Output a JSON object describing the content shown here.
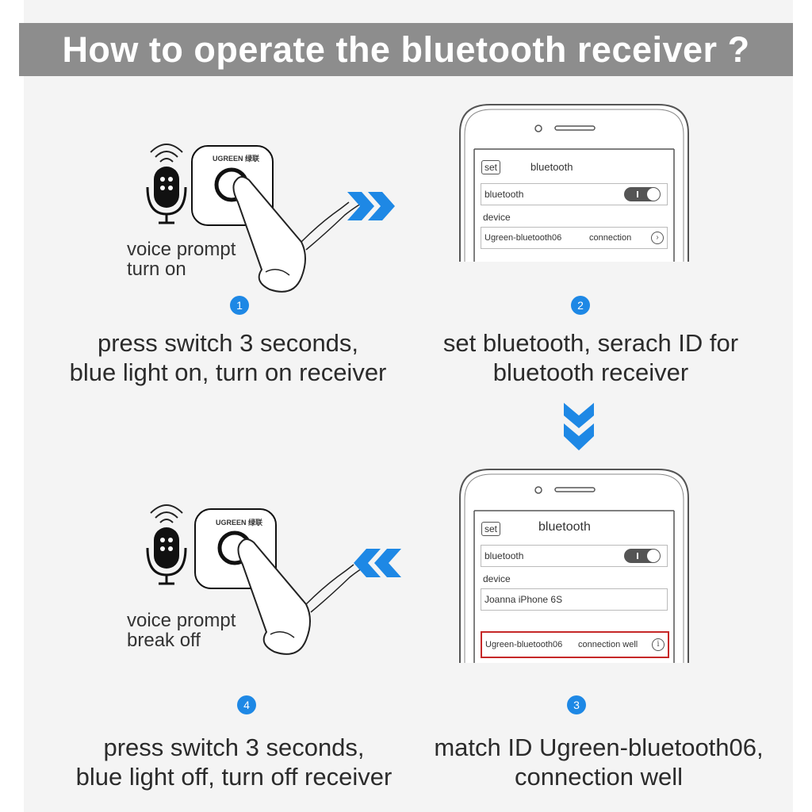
{
  "header": {
    "title": "How to operate the bluetooth receiver ?"
  },
  "steps": [
    {
      "number": "1",
      "caption_lines": [
        "press switch 3 seconds,",
        "blue light on, turn on receiver"
      ],
      "voice_lines": [
        "voice prompt",
        "turn on"
      ],
      "brand": "UGREEN 绿联"
    },
    {
      "number": "2",
      "caption_lines": [
        "set bluetooth, serach ID for",
        "bluetooth receiver"
      ],
      "phone": {
        "set_label": "set",
        "title": "bluetooth",
        "bluetooth_row_label": "bluetooth",
        "device_label": "device",
        "device_name": "Ugreen-bluetooth06",
        "device_status": "connection"
      }
    },
    {
      "number": "3",
      "caption_lines": [
        "match ID Ugreen-bluetooth06,",
        "connection well"
      ],
      "phone": {
        "set_label": "set",
        "title": "bluetooth",
        "bluetooth_row_label": "bluetooth",
        "device_label": "device",
        "other_device": "Joanna iPhone 6S",
        "device_name": "Ugreen-bluetooth06",
        "device_status": "connection well"
      }
    },
    {
      "number": "4",
      "caption_lines": [
        "press switch 3 seconds,",
        "blue light off, turn off receiver"
      ],
      "voice_lines": [
        "voice prompt",
        "break off"
      ],
      "brand": "UGREEN 绿联"
    }
  ],
  "icons": {
    "arrow_color": "#1e88e5",
    "badge_color": "#1e88e5",
    "highlight_color": "#c62828"
  }
}
